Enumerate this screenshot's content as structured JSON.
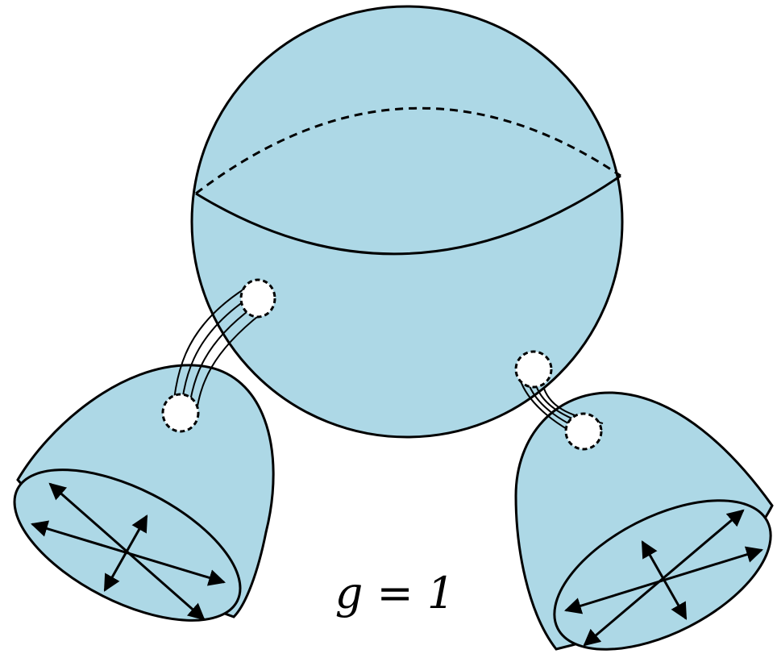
{
  "formula": {
    "text": "g = 1"
  },
  "colors": {
    "surface": "#add8e6",
    "line": "#000000",
    "background": "#ffffff"
  },
  "figure": {
    "components": [
      "sphere",
      "left-bowl-with-crossed-arrows",
      "right-bowl-with-crossed-arrows",
      "left-tube-connector",
      "right-tube-connector"
    ]
  }
}
